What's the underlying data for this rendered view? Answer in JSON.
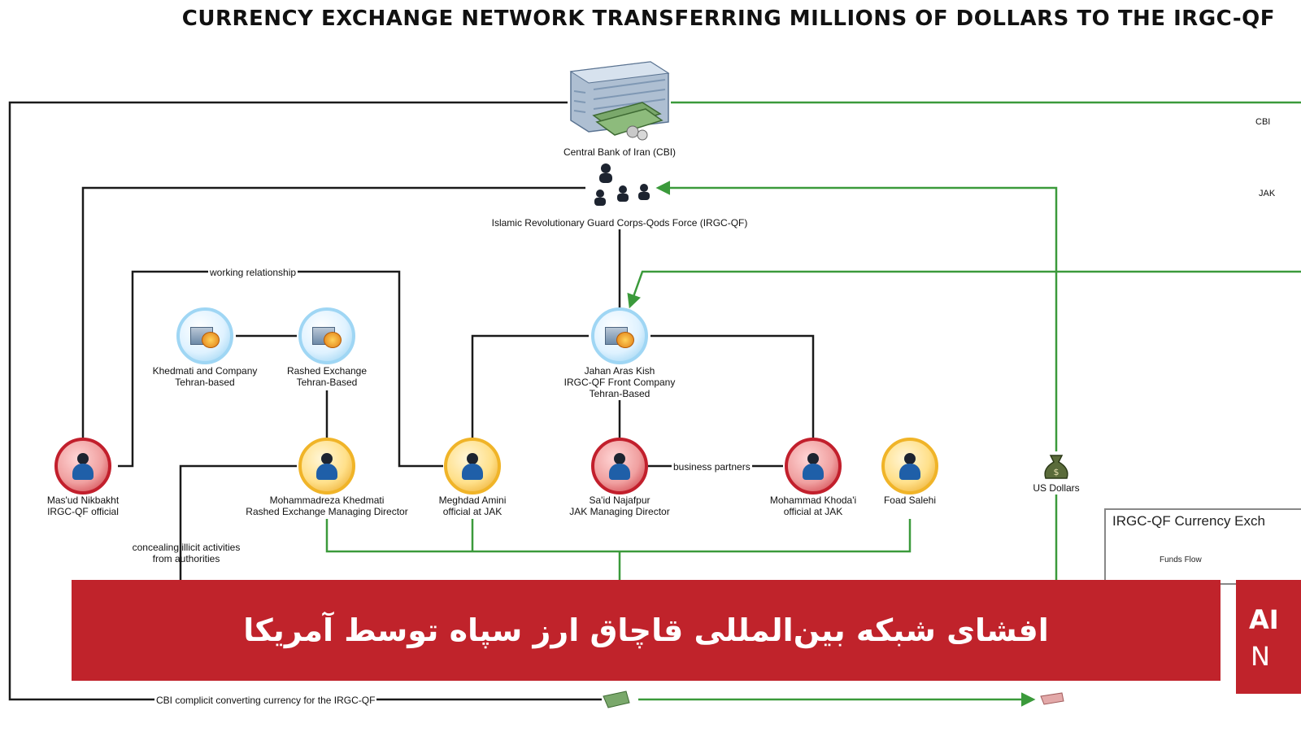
{
  "title": "CURRENCY EXCHANGE NETWORK TRANSFERRING MILLIONS OF DOLLARS TO THE IRGC-QF",
  "colors": {
    "black_line": "#1a1a1a",
    "green_line": "#3b9a3b",
    "banner": "#c0232b",
    "red_node": "#c21f2c",
    "gold_node": "#f0b428",
    "blue_node": "#9fd6f4"
  },
  "nodes": {
    "cbi": {
      "label": "Central Bank of Iran (CBI)",
      "icon": "bank-building-icon"
    },
    "irgc": {
      "label": "Islamic Revolutionary Guard Corps-Qods Force (IRGC-QF)",
      "icon": "group-people-icon"
    },
    "khedmati_co": {
      "line1": "Khedmati and Company",
      "line2": "Tehran-based",
      "icon": "bank-coins-icon"
    },
    "rashed": {
      "line1": "Rashed Exchange",
      "line2": "Tehran-Based",
      "icon": "bank-coins-icon"
    },
    "jak": {
      "line1": "Jahan Aras Kish",
      "line2": "IRGC-QF Front Company",
      "line3": "Tehran-Based",
      "icon": "bank-coins-icon"
    },
    "nikbakht": {
      "line1": "Mas'ud Nikbakht",
      "line2": "IRGC-QF official",
      "icon": "person-icon"
    },
    "m_khedmati": {
      "line1": "Mohammadreza Khedmati",
      "line2": "Rashed Exchange Managing Director",
      "icon": "person-icon"
    },
    "amini": {
      "line1": "Meghdad Amini",
      "line2": "official at JAK",
      "icon": "person-icon"
    },
    "najafpur": {
      "line1": "Sa'id Najafpur",
      "line2": "JAK Managing Director",
      "icon": "person-icon"
    },
    "khodai": {
      "line1": "Mohammad Khoda'i",
      "line2": "official at JAK",
      "icon": "person-icon"
    },
    "salehi": {
      "line1": "Foad Salehi",
      "icon": "person-icon"
    },
    "usd": {
      "label": "US Dollars",
      "icon": "money-bag-icon"
    }
  },
  "edge_labels": {
    "working": "working relationship",
    "business": "business partners",
    "concealing_1": "concealing illicit activities",
    "concealing_2": "from authorities",
    "cbi_complicit": "CBI complicit converting currency for the IRGC-QF"
  },
  "side_labels": {
    "cbi": "CBI",
    "jak": "JAK"
  },
  "legend": {
    "title": "IRGC-QF Currency Exch",
    "funds_flow": "Funds Flow"
  },
  "banner": {
    "text": "افشای شبکه بین‌المللی قاچاق ارز سپاه توسط آمریکا"
  },
  "logo": {
    "line1": "AI",
    "line2": "N"
  }
}
